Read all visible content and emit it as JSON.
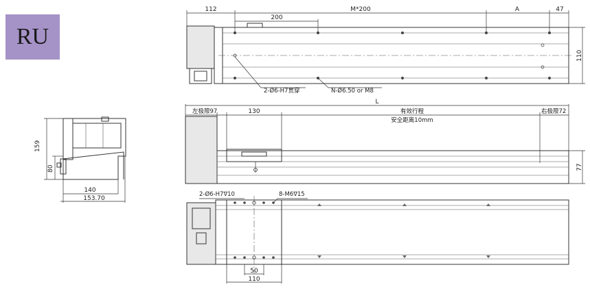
{
  "badge": {
    "label": "RU",
    "color": "#a593c7"
  },
  "top_view": {
    "dims": {
      "motor_len": "112",
      "first_pitch": "200",
      "pitch_series": "M*200",
      "end_gap": "A",
      "end_len": "47",
      "height": "110"
    },
    "notes": {
      "pin_holes": "2-Ø6-H7贯穿",
      "mount_holes": "N-Ø6.50 or M8"
    }
  },
  "front_view": {
    "dims": {
      "total": "L",
      "left_limit": "左极限97",
      "carriage": "130",
      "stroke": "有效行程",
      "safety": "安全距离10mm",
      "right_limit": "右极限72",
      "height": "77"
    }
  },
  "bottom_view": {
    "notes": {
      "pin_holes": "2-Ø6-H7∇10",
      "tapped_holes": "8-M6∇15"
    },
    "dims": {
      "inner": "50",
      "outer": "110"
    }
  },
  "side_view": {
    "dims": {
      "height": "159",
      "center_height": "80",
      "width": "140",
      "outer_width": "153.70"
    }
  }
}
